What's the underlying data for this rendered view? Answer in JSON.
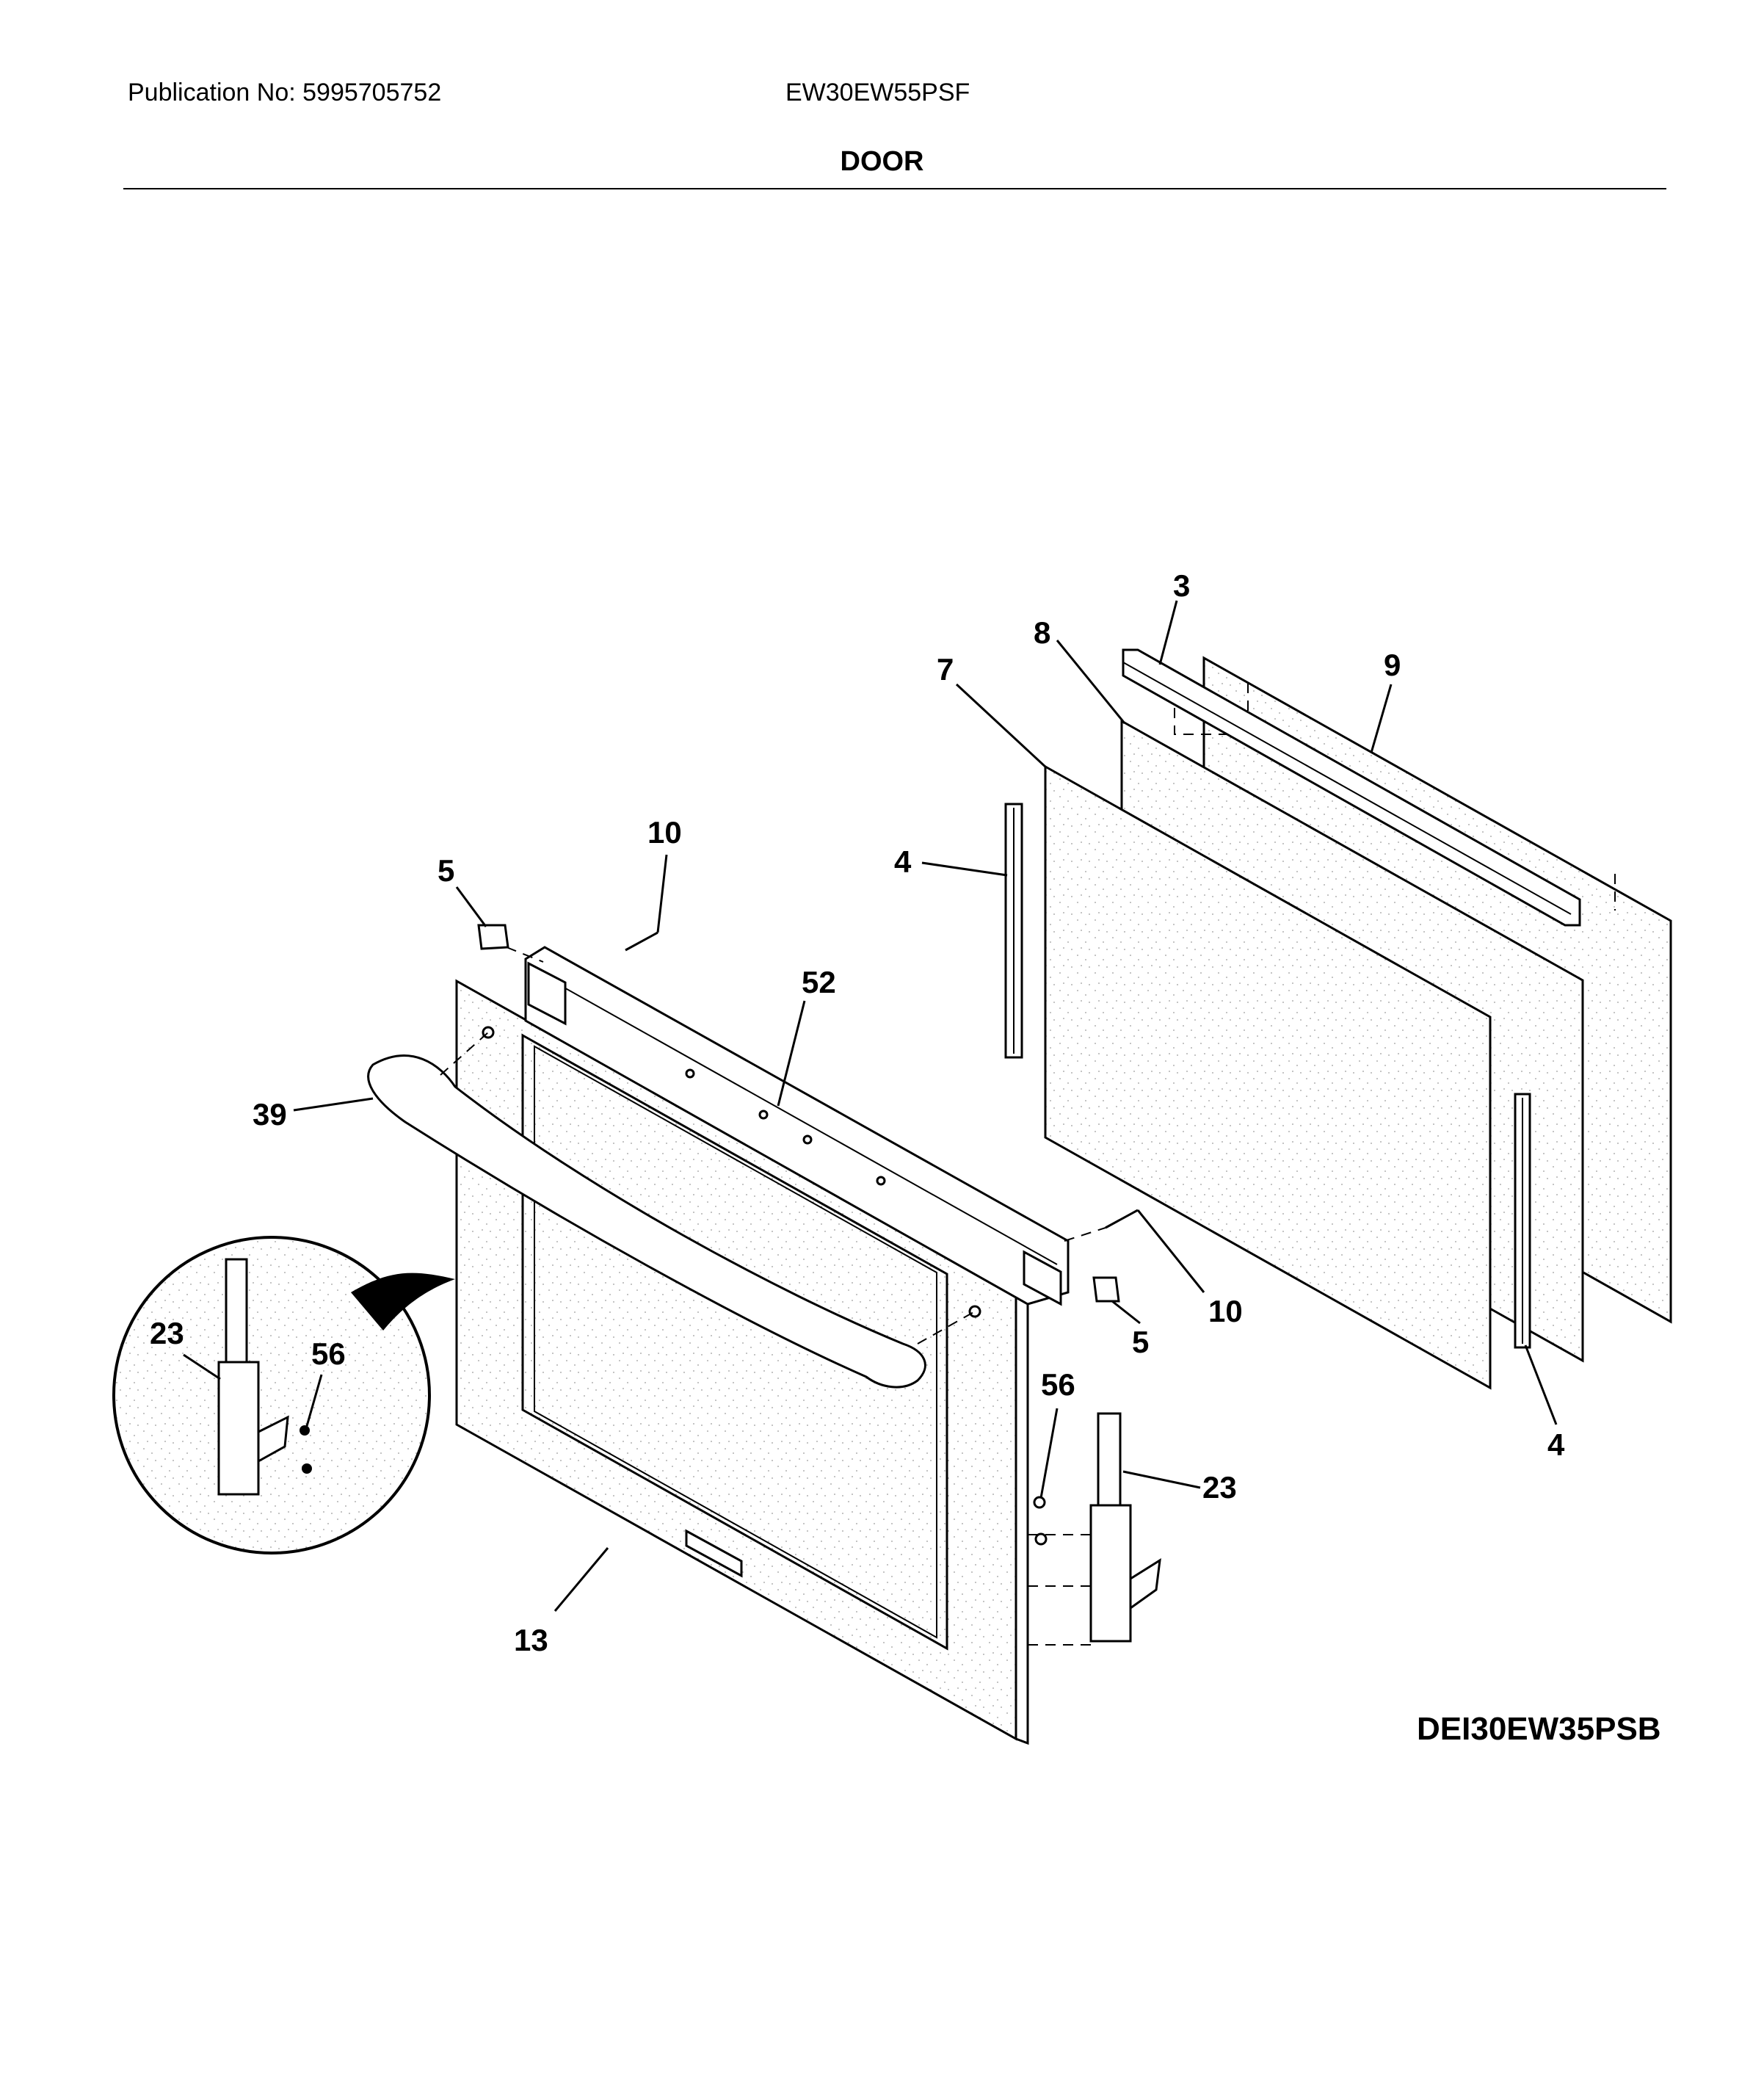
{
  "header": {
    "publication": "Publication No: 5995705752",
    "model": "EW30EW55PSF",
    "section_title": "DOOR"
  },
  "drawing_id": "DEI30EW35PSB",
  "callouts": {
    "c3": "3",
    "c9": "9",
    "c8": "8",
    "c7": "7",
    "c10_top": "10",
    "c5_top": "5",
    "c4_left": "4",
    "c52": "52",
    "c39": "39",
    "c10_right": "10",
    "c5_right": "5",
    "c4_right": "4",
    "c56_right": "56",
    "c23_right": "23",
    "c13": "13",
    "c23_inset": "23",
    "c56_inset": "56"
  }
}
